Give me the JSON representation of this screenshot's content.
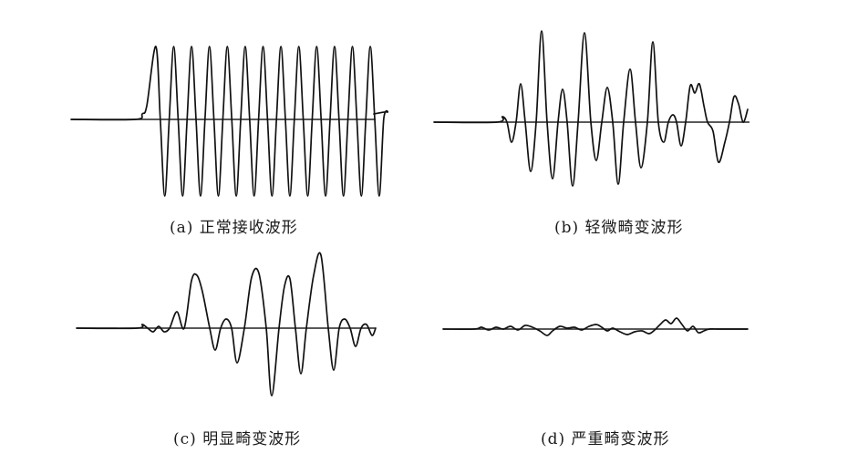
{
  "panels": [
    {
      "id": "a",
      "caption": "(a) 正常接收波形"
    },
    {
      "id": "b",
      "caption": "(b) 轻微畸变波形"
    },
    {
      "id": "c",
      "caption": "(c) 明显畸变波形"
    },
    {
      "id": "d",
      "caption": "(d) 严重畸变波形"
    }
  ],
  "colors": {
    "ink": "#111111",
    "background": "#ffffff"
  }
}
